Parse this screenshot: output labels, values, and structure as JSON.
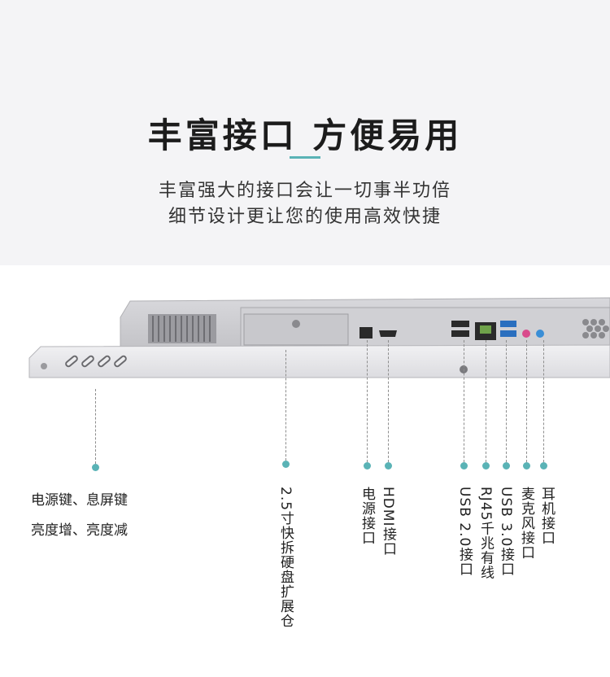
{
  "header": {
    "title": "丰富接口 方便易用",
    "subtitle_line1": "丰富强大的接口会让一切事半功倍",
    "subtitle_line2": "细节设计更让您的使用高效快捷"
  },
  "colors": {
    "accent": "#5ab3b6",
    "header_bg": "#f4f4f6",
    "device_body": "#e8e8ea"
  },
  "callouts": {
    "buttons_line1": "电源键、息屏键",
    "buttons_line2": "亮度增、亮度减",
    "hdd_bay": "2.5寸快拆硬盘扩展仓",
    "power_port": "电源接口",
    "hdmi_port": "HDMI接口",
    "usb2_port": "USB 2.0接口",
    "rj45_port": "RJ45千兆有线",
    "usb3_port": "USB 3.0接口",
    "mic_port": "麦克风接口",
    "headphone_port": "耳机接口"
  }
}
